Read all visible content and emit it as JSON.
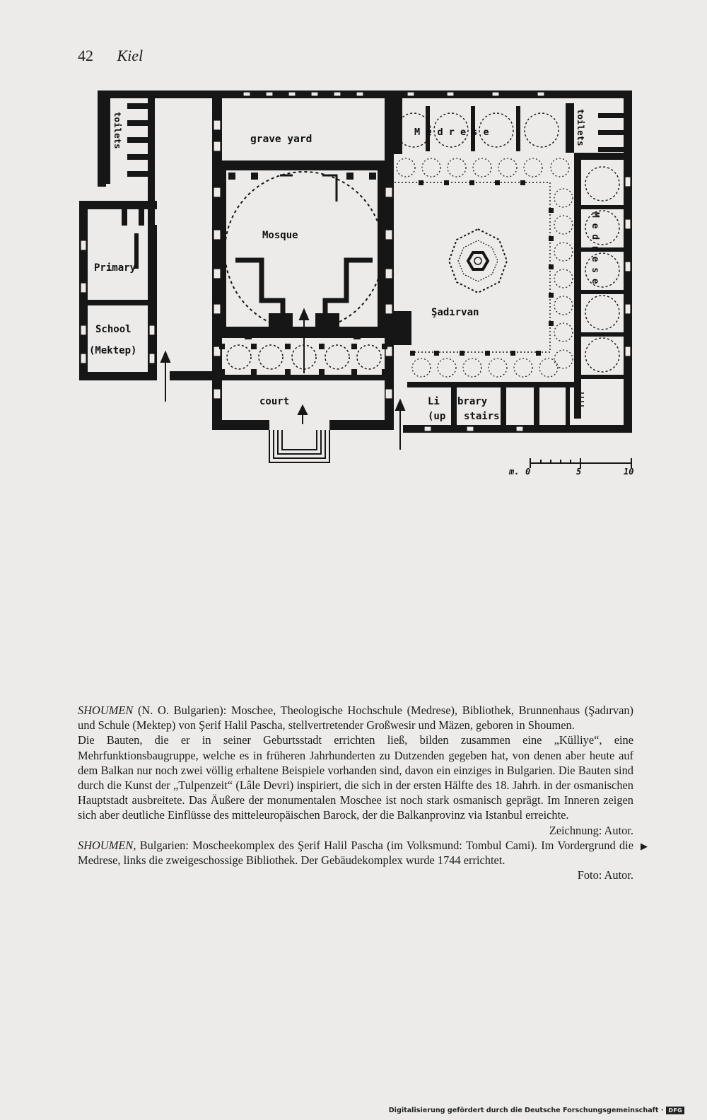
{
  "header": {
    "page_number": "42",
    "author": "Kiel"
  },
  "plan": {
    "labels": {
      "toilets_left": "toilets",
      "toilets_right": "toilets",
      "grave_yard": "grave yard",
      "medrese_top": "M e d r e s e",
      "medrese_side": "M e d r e s e",
      "mosque": "Mosque",
      "primary": "Primary",
      "school": "School",
      "mektep": "(Mektep)",
      "sadirvan": "Şadırvan",
      "court": "court",
      "library_1a": "Li",
      "library_1b": "brary",
      "library_2a": "(up",
      "library_2b": "stairs)"
    },
    "scale": {
      "unit": "m.",
      "ticks": [
        "0",
        "5",
        "10"
      ]
    }
  },
  "caption1": {
    "lead": "SHOUMEN",
    "p1": " (N. O. Bulgarien): Moschee, Theologische Hochschule (Medrese), Bibliothek, Brunnenhaus (Şadırvan) und Schule (Mektep) von Şerif Halil Pascha, stellvertretender Großwesir und Mäzen, geboren in Shoumen.",
    "p2": "Die Bauten, die er in seiner Geburtsstadt errichten ließ, bilden zusammen eine „Külliye“, eine Mehrfunktionsbaugruppe, welche es in früheren Jahrhunderten zu Dutzenden gegeben hat, von denen aber heute auf dem Balkan nur noch zwei völlig erhaltene Beispiele vorhanden sind, davon ein einziges in Bulgarien. Die Bauten sind durch die Kunst der „Tulpenzeit“ (Lâle Devri) inspiriert, die sich in der ersten Hälfte des 18. Jahrh. in der osmanischen Hauptstadt ausbreitete. Das Äußere der monumentalen Moschee ist noch stark osmanisch geprägt. Im Inneren zeigen sich aber deutliche Einflüsse des mitteleuropäischen Barock, der die Balkanprovinz via Istanbul erreichte.",
    "credit": "Zeichnung: Autor."
  },
  "caption2": {
    "lead": "SHOUMEN",
    "p1": ", Bulgarien: Moscheekomplex des Şerif Halil Pascha (im Volksmund: Tombul Cami). Im Vordergrund die Medrese, links die zweigeschossige Bibliothek. Der Gebäudekomplex wurde 1744 errichtet.",
    "pointer": "▶",
    "credit": "Foto: Autor."
  },
  "footer": {
    "text": "Digitalisierung gefördert durch die Deutsche Forschungsgemeinschaft ·",
    "logo": "DFG"
  }
}
